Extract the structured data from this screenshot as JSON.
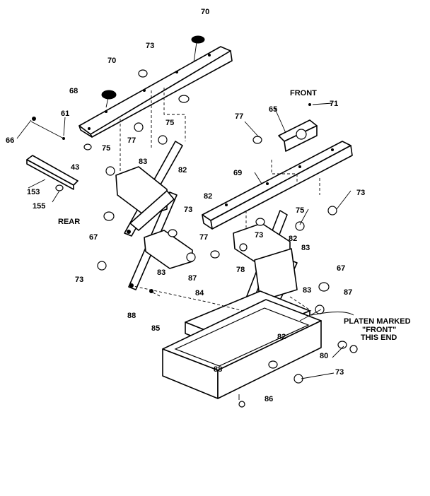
{
  "labels": {
    "front": "FRONT",
    "rear": "REAR",
    "platen_line1": "PLATEN MARKED",
    "platen_line2": "\"FRONT\"",
    "platen_line3": "THIS END"
  },
  "callouts": {
    "p70a": "70",
    "p70b": "70",
    "p73a": "73",
    "p68": "68",
    "p61": "61",
    "p66": "66",
    "p77a": "77",
    "p75a": "75",
    "p75b": "75",
    "p43": "43",
    "p83a": "83",
    "p82a": "82",
    "p153": "153",
    "p155": "155",
    "p82b": "82",
    "p73b": "73",
    "p67a": "67",
    "p71": "71",
    "p65": "65",
    "p77b": "77",
    "p69": "69",
    "p73c": "73",
    "p75c": "75",
    "p73d": "73",
    "p77c": "77",
    "p82c": "82",
    "p83b": "83",
    "p78": "78",
    "p67b": "67",
    "p73e": "73",
    "p83c": "83",
    "p87a": "87",
    "p88a": "88",
    "p84": "84",
    "p83d": "83",
    "p87b": "87",
    "p85": "85",
    "p82d": "82",
    "p88b": "88",
    "p80": "80",
    "p73f": "73",
    "p86": "86"
  }
}
